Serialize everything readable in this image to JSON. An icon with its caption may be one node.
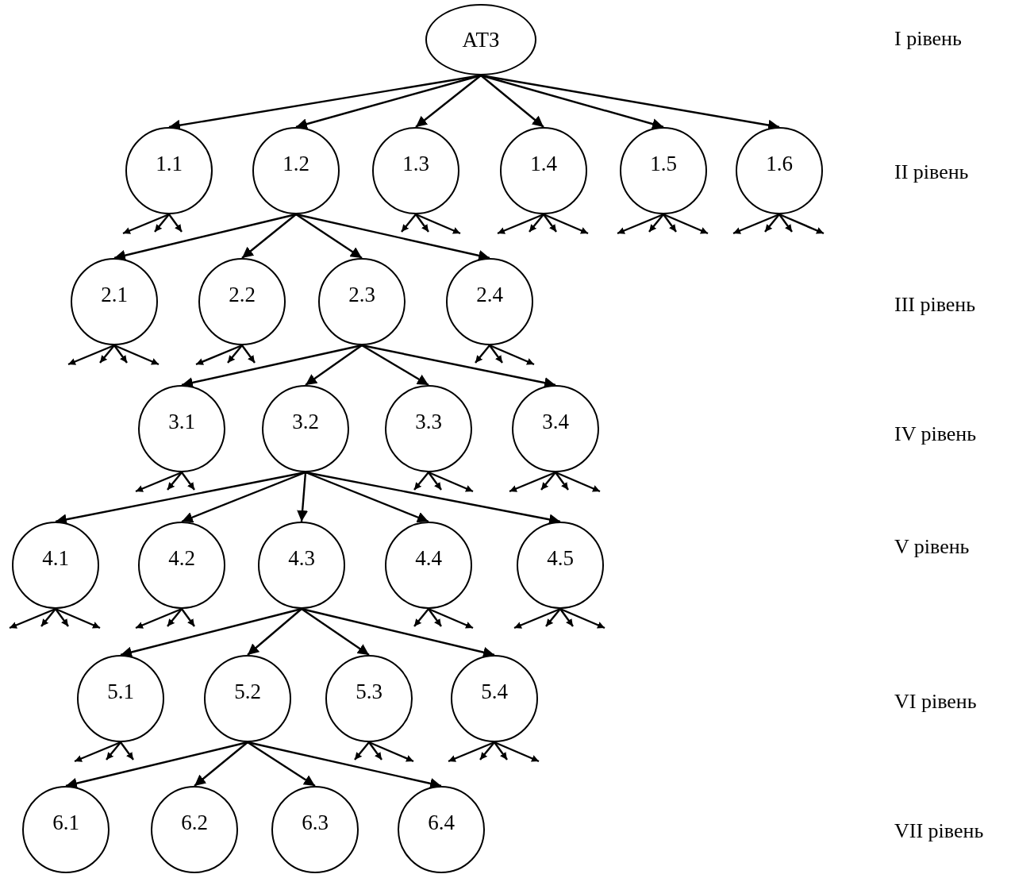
{
  "diagram": {
    "nodes": [
      {
        "text": [
          "АТЗ"
        ]
      },
      {
        "text": [
          "1.1"
        ]
      },
      {
        "text": [
          "1.2"
        ]
      },
      {
        "text": [
          "1.3"
        ]
      },
      {
        "text": [
          "1.4"
        ]
      },
      {
        "text": [
          "1.5"
        ]
      },
      {
        "text": [
          "1.6"
        ]
      },
      {
        "text": [
          "2.1"
        ]
      },
      {
        "text": [
          "2.2"
        ]
      },
      {
        "text": [
          "2.3"
        ]
      },
      {
        "text": [
          "2.4"
        ]
      },
      {
        "text": [
          "3.1"
        ]
      },
      {
        "text": [
          "3.2"
        ]
      },
      {
        "text": [
          "3.3"
        ]
      },
      {
        "text": [
          "3.4"
        ]
      },
      {
        "text": [
          "4.1"
        ]
      },
      {
        "text": [
          "4.2"
        ]
      },
      {
        "text": [
          "4.3"
        ]
      },
      {
        "text": [
          "4.4"
        ]
      },
      {
        "text": [
          "4.5"
        ]
      },
      {
        "text": [
          "5.1"
        ]
      },
      {
        "text": [
          "5.2"
        ]
      },
      {
        "text": [
          "5.3"
        ]
      },
      {
        "text": [
          "5.4"
        ]
      },
      {
        "text": [
          "6.1"
        ]
      },
      {
        "text": [
          "6.2"
        ]
      },
      {
        "text": [
          "6.3"
        ]
      },
      {
        "text": [
          "6.4"
        ]
      }
    ],
    "edges": [
      {
        "from": 0,
        "to": 1,
        "arrow": "to"
      },
      {
        "from": 0,
        "to": 2,
        "arrow": "to"
      },
      {
        "from": 0,
        "to": 3,
        "arrow": "to"
      },
      {
        "from": 0,
        "to": 4,
        "arrow": "to"
      },
      {
        "from": 0,
        "to": 5,
        "arrow": "to"
      },
      {
        "from": 0,
        "to": 6,
        "arrow": "to"
      },
      {
        "from": 2,
        "to": 7,
        "arrow": "to"
      },
      {
        "from": 2,
        "to": 8,
        "arrow": "to"
      },
      {
        "from": 2,
        "to": 9,
        "arrow": "to"
      },
      {
        "from": 2,
        "to": 10,
        "arrow": "to"
      },
      {
        "from": 9,
        "to": 11,
        "arrow": "to"
      },
      {
        "from": 9,
        "to": 12,
        "arrow": "to"
      },
      {
        "from": 9,
        "to": 13,
        "arrow": "to"
      },
      {
        "from": 9,
        "to": 14,
        "arrow": "to"
      },
      {
        "from": 12,
        "to": 15,
        "arrow": "to"
      },
      {
        "from": 12,
        "to": 16,
        "arrow": "to"
      },
      {
        "from": 12,
        "to": 17,
        "arrow": "to"
      },
      {
        "from": 12,
        "to": 18,
        "arrow": "to"
      },
      {
        "from": 12,
        "to": 19,
        "arrow": "to"
      },
      {
        "from": 17,
        "to": 20,
        "arrow": "to"
      },
      {
        "from": 17,
        "to": 21,
        "arrow": "to"
      },
      {
        "from": 17,
        "to": 22,
        "arrow": "to"
      },
      {
        "from": 17,
        "to": 23,
        "arrow": "to"
      },
      {
        "from": 21,
        "to": 24,
        "arrow": "to"
      },
      {
        "from": 21,
        "to": 25,
        "arrow": "to"
      },
      {
        "from": 21,
        "to": 26,
        "arrow": "to"
      },
      {
        "from": 21,
        "to": 27,
        "arrow": "to"
      },
      {
        "from": 1,
        "to": null,
        "arrow": "to"
      },
      {
        "from": 1,
        "to": null,
        "arrow": "to"
      },
      {
        "from": 1,
        "to": null,
        "arrow": "to"
      },
      {
        "from": 3,
        "to": null,
        "arrow": "to"
      },
      {
        "from": 3,
        "to": null,
        "arrow": "to"
      },
      {
        "from": 3,
        "to": null,
        "arrow": "to"
      },
      {
        "from": 4,
        "to": null,
        "arrow": "to"
      },
      {
        "from": 4,
        "to": null,
        "arrow": "to"
      },
      {
        "from": 4,
        "to": null,
        "arrow": "to"
      },
      {
        "from": 4,
        "to": null,
        "arrow": "to"
      },
      {
        "from": 5,
        "to": null,
        "arrow": "to"
      },
      {
        "from": 5,
        "to": null,
        "arrow": "to"
      },
      {
        "from": 5,
        "to": null,
        "arrow": "to"
      },
      {
        "from": 5,
        "to": null,
        "arrow": "to"
      },
      {
        "from": 6,
        "to": null,
        "arrow": "to"
      },
      {
        "from": 6,
        "to": null,
        "arrow": "to"
      },
      {
        "from": 6,
        "to": null,
        "arrow": "to"
      },
      {
        "from": 6,
        "to": null,
        "arrow": "to"
      },
      {
        "from": 7,
        "to": null,
        "arrow": "to"
      },
      {
        "from": 7,
        "to": null,
        "arrow": "to"
      },
      {
        "from": 7,
        "to": null,
        "arrow": "to"
      },
      {
        "from": 7,
        "to": null,
        "arrow": "to"
      },
      {
        "from": 8,
        "to": null,
        "arrow": "to"
      },
      {
        "from": 8,
        "to": null,
        "arrow": "to"
      },
      {
        "from": 8,
        "to": null,
        "arrow": "to"
      },
      {
        "from": 10,
        "to": null,
        "arrow": "to"
      },
      {
        "from": 10,
        "to": null,
        "arrow": "to"
      },
      {
        "from": 10,
        "to": null,
        "arrow": "to"
      },
      {
        "from": 11,
        "to": null,
        "arrow": "to"
      },
      {
        "from": 11,
        "to": null,
        "arrow": "to"
      },
      {
        "from": 11,
        "to": null,
        "arrow": "to"
      },
      {
        "from": 13,
        "to": null,
        "arrow": "to"
      },
      {
        "from": 13,
        "to": null,
        "arrow": "to"
      },
      {
        "from": 13,
        "to": null,
        "arrow": "to"
      },
      {
        "from": 14,
        "to": null,
        "arrow": "to"
      },
      {
        "from": 14,
        "to": null,
        "arrow": "to"
      },
      {
        "from": 14,
        "to": null,
        "arrow": "to"
      },
      {
        "from": 14,
        "to": null,
        "arrow": "to"
      },
      {
        "from": 15,
        "to": null,
        "arrow": "to"
      },
      {
        "from": 15,
        "to": null,
        "arrow": "to"
      },
      {
        "from": 15,
        "to": null,
        "arrow": "to"
      },
      {
        "from": 15,
        "to": null,
        "arrow": "to"
      },
      {
        "from": 16,
        "to": null,
        "arrow": "to"
      },
      {
        "from": 16,
        "to": null,
        "arrow": "to"
      },
      {
        "from": 16,
        "to": null,
        "arrow": "to"
      },
      {
        "from": 18,
        "to": null,
        "arrow": "to"
      },
      {
        "from": 18,
        "to": null,
        "arrow": "to"
      },
      {
        "from": 18,
        "to": null,
        "arrow": "to"
      },
      {
        "from": 19,
        "to": null,
        "arrow": "to"
      },
      {
        "from": 19,
        "to": null,
        "arrow": "to"
      },
      {
        "from": 19,
        "to": null,
        "arrow": "to"
      },
      {
        "from": 19,
        "to": null,
        "arrow": "to"
      },
      {
        "from": 20,
        "to": null,
        "arrow": "to"
      },
      {
        "from": 20,
        "to": null,
        "arrow": "to"
      },
      {
        "from": 20,
        "to": null,
        "arrow": "to"
      },
      {
        "from": 22,
        "to": null,
        "arrow": "to"
      },
      {
        "from": 22,
        "to": null,
        "arrow": "to"
      },
      {
        "from": 22,
        "to": null,
        "arrow": "to"
      },
      {
        "from": 23,
        "to": null,
        "arrow": "to"
      },
      {
        "from": 23,
        "to": null,
        "arrow": "to"
      },
      {
        "from": 23,
        "to": null,
        "arrow": "to"
      },
      {
        "from": 23,
        "to": null,
        "arrow": "to"
      }
    ],
    "labels": [
      "I рівень",
      "II рівень",
      "III рівень",
      "IV рівень",
      "V рівень",
      "VI рівень",
      "VII рівень"
    ]
  }
}
